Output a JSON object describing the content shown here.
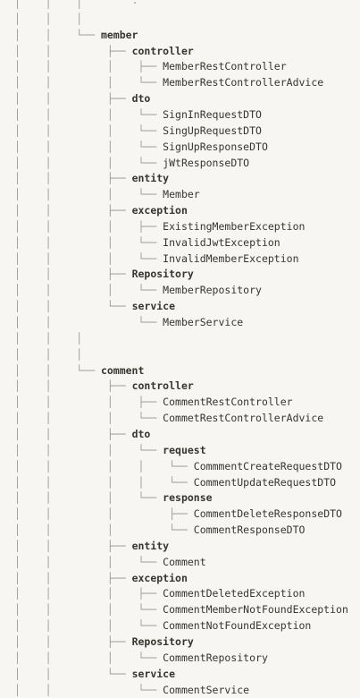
{
  "rows": [
    {
      "prefix": "│    │    │        ·",
      "label": "",
      "kind": "file"
    },
    {
      "prefix": "│    │    │",
      "label": "",
      "kind": "file"
    },
    {
      "prefix": "│    │    └── ",
      "label": "member",
      "kind": "dir"
    },
    {
      "prefix": "│    │         ├── ",
      "label": "controller",
      "kind": "dir"
    },
    {
      "prefix": "│    │         │    ├── ",
      "label": "MemberRestController",
      "kind": "file"
    },
    {
      "prefix": "│    │         │    └── ",
      "label": "MemberRestControllerAdvice",
      "kind": "file"
    },
    {
      "prefix": "│    │         ├── ",
      "label": "dto",
      "kind": "dir"
    },
    {
      "prefix": "│    │         │    └── ",
      "label": "SignInRequestDTO",
      "kind": "file"
    },
    {
      "prefix": "│    │         │    └── ",
      "label": "SingUpRequestDTO",
      "kind": "file"
    },
    {
      "prefix": "│    │         │    └── ",
      "label": "SignUpResponseDTO",
      "kind": "file"
    },
    {
      "prefix": "│    │         │    └── ",
      "label": "jWtResponseDTO",
      "kind": "file"
    },
    {
      "prefix": "│    │         ├── ",
      "label": "entity",
      "kind": "dir"
    },
    {
      "prefix": "│    │         │    └── ",
      "label": "Member",
      "kind": "file"
    },
    {
      "prefix": "│    │         ├── ",
      "label": "exception",
      "kind": "dir"
    },
    {
      "prefix": "│    │         │    ├── ",
      "label": "ExistingMemberException",
      "kind": "file"
    },
    {
      "prefix": "│    │         │    └── ",
      "label": "InvalidJwtException",
      "kind": "file"
    },
    {
      "prefix": "│    │         │    └── ",
      "label": "InvalidMemberException",
      "kind": "file"
    },
    {
      "prefix": "│    │         ├── ",
      "label": "Repository",
      "kind": "dir"
    },
    {
      "prefix": "│    │         │    └── ",
      "label": "MemberRepository",
      "kind": "file"
    },
    {
      "prefix": "│    │         └── ",
      "label": "service",
      "kind": "dir"
    },
    {
      "prefix": "│    │              └── ",
      "label": "MemberService",
      "kind": "file"
    },
    {
      "prefix": "│    │    │",
      "label": "",
      "kind": "file"
    },
    {
      "prefix": "│    │    │",
      "label": "",
      "kind": "file"
    },
    {
      "prefix": "│    │    └── ",
      "label": "comment",
      "kind": "dir"
    },
    {
      "prefix": "│    │         ├── ",
      "label": "controller",
      "kind": "dir"
    },
    {
      "prefix": "│    │         │    ├── ",
      "label": "CommentRestController",
      "kind": "file"
    },
    {
      "prefix": "│    │         │    └── ",
      "label": "CommetRestControllerAdvice",
      "kind": "file"
    },
    {
      "prefix": "│    │         ├── ",
      "label": "dto",
      "kind": "dir"
    },
    {
      "prefix": "│    │         │    └── ",
      "label": "request",
      "kind": "dir"
    },
    {
      "prefix": "│    │         │    │    └── ",
      "label": "CommmentCreateRequestDTO",
      "kind": "file"
    },
    {
      "prefix": "│    │         │    │    └── ",
      "label": "CommentUpdateRequestDTO",
      "kind": "file"
    },
    {
      "prefix": "│    │         │    └── ",
      "label": "response",
      "kind": "dir"
    },
    {
      "prefix": "│    │         │         ├── ",
      "label": "CommentDeleteResponseDTO",
      "kind": "file"
    },
    {
      "prefix": "│    │         │         └── ",
      "label": "CommentResponseDTO",
      "kind": "file"
    },
    {
      "prefix": "│    │         ├── ",
      "label": "entity",
      "kind": "dir"
    },
    {
      "prefix": "│    │         │    └── ",
      "label": "Comment",
      "kind": "file"
    },
    {
      "prefix": "│    │         ├── ",
      "label": "exception",
      "kind": "dir"
    },
    {
      "prefix": "│    │         │    ├── ",
      "label": "CommentDeletedException",
      "kind": "file"
    },
    {
      "prefix": "│    │         │    └── ",
      "label": "CommentMemberNotFoundException",
      "kind": "file"
    },
    {
      "prefix": "│    │         │    └── ",
      "label": "CommentNotFoundException",
      "kind": "file"
    },
    {
      "prefix": "│    │         ├── ",
      "label": "Repository",
      "kind": "dir"
    },
    {
      "prefix": "│    │         │    └── ",
      "label": "CommentRepository",
      "kind": "file"
    },
    {
      "prefix": "│    │         └── ",
      "label": "service",
      "kind": "dir"
    },
    {
      "prefix": "│    │              └── ",
      "label": "CommentService",
      "kind": "file"
    }
  ]
}
